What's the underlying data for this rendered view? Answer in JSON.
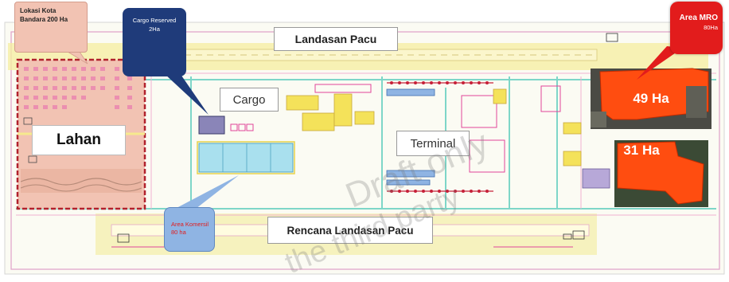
{
  "callouts": {
    "city": {
      "line1": "Lokasi Kota",
      "line2": "Bandara 200 Ha"
    },
    "cargo_reserved": {
      "line1": "Cargo Reserved",
      "line2": "2Ha"
    },
    "area_mro": {
      "title": "Area MRO",
      "sub": "80Ha"
    },
    "area_komersil": {
      "line1": "Area Komersil",
      "line2": "80 ha"
    }
  },
  "labels": {
    "runway": "Landasan Pacu",
    "planned_runway": "Rencana Landasan Pacu",
    "cargo": "Cargo",
    "terminal": "Terminal",
    "lahan": "Lahan",
    "mro_49": "49 Ha",
    "mro_31": "31 Ha"
  },
  "watermark": {
    "line1": "Draft only",
    "line2": "the third party"
  },
  "colors": {
    "runway_strip": "#f5e98a",
    "lahan_fill": "#f2c3b3",
    "lahan_border": "#b1222d",
    "mro_fill": "#ff4d10",
    "cargo_reserved_fill": "#1f3b7a",
    "area_mro_fill": "#e21c1c",
    "komersil_fill": "#8fb4e3",
    "apron_fill": "#a9e0ee",
    "taxiway": "#7ed6c8",
    "building_pink": "#e0459a"
  }
}
